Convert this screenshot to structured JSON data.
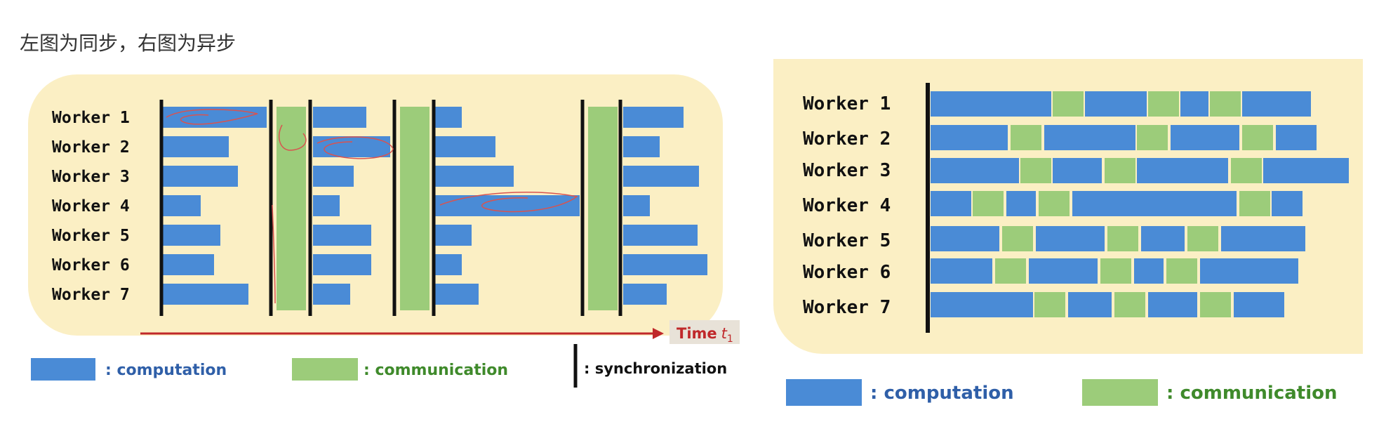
{
  "caption": "左图为同步，右图为异步",
  "colors": {
    "computation": "#4a8bd6",
    "communication": "#9ccc7a",
    "background": "#fbefc4",
    "sync": "#111111",
    "time_arrow": "#c0282a",
    "computation_label": "#2f5fa8",
    "communication_label": "#3f8a2b"
  },
  "sync_panel": {
    "workers": [
      "Worker 1",
      "Worker 2",
      "Worker 3",
      "Worker 4",
      "Worker 5",
      "Worker 6",
      "Worker 7"
    ],
    "time_label": "Time",
    "time_subscript": "t",
    "time_index": "1",
    "legend": {
      "computation": ": computation",
      "communication": ": communication",
      "synchronization": ": synchronization"
    }
  },
  "async_panel": {
    "workers": [
      "Worker 1",
      "Worker 2",
      "Worker 3",
      "Worker 4",
      "Worker 5",
      "Worker 6",
      "Worker 7"
    ],
    "legend": {
      "computation": ": computation",
      "communication": ": communication"
    }
  }
}
